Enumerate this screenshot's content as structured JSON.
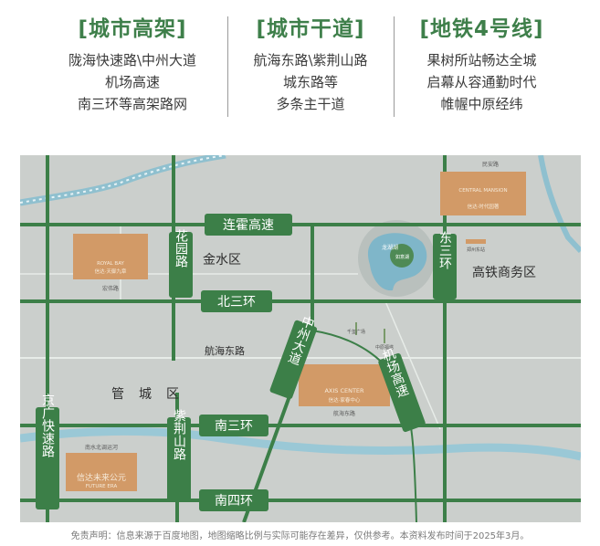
{
  "header": {
    "col1": {
      "title": "[城市高架]",
      "lines": [
        "陇海快速路\\中州大道",
        "机场高速",
        "南三环等高架路网"
      ]
    },
    "col2": {
      "title": "[城市干道]",
      "lines": [
        "航海东路\\紫荆山路",
        "城东路等",
        "多条主干道"
      ]
    },
    "col3": {
      "title": "[地铁4号线]",
      "lines": [
        "果树所站畅达全城",
        "启幕从容通勤时代",
        "帷幄中原经纬"
      ]
    }
  },
  "map": {
    "roads": {
      "lianhuo": "连霍高速",
      "huayuan": "花园路",
      "beisanhuan": "北三环",
      "dongsanhuan": "东三环",
      "zhongzhou": "中州大道",
      "jichang": "机场高速",
      "nansanhuan": "南三环",
      "zijingshan": "紫荆山路",
      "nansihuan": "南四环",
      "jingguang": "京广快速路",
      "hanghai_east": "航海东路"
    },
    "districts": {
      "jinshui": "金水区",
      "guancheng": "管城区",
      "gaotie": "高铁商务区"
    },
    "projects": {
      "royal": {
        "name": "ROYAL BAY",
        "sub": "信达·天御九章",
        "tag": "宏伟路"
      },
      "central": {
        "name": "CENTRAL MANSION",
        "sub": "信达·时代园著",
        "tag": "民安路"
      },
      "axis": {
        "name": "AXIS CENTER",
        "sub": "信达·家春中心",
        "tag": "航海东路"
      },
      "future": {
        "name": "信达未来公元",
        "sub": "FUTURE ERA",
        "tag": "南水北调运河"
      }
    },
    "landmarks": {
      "lake": "龙湖湖",
      "island": "如意湖",
      "plaza": "千玺广场",
      "east_station": "郑州东站",
      "station2": "中原福塔"
    }
  },
  "footer": "免责声明：信息来源于百度地图，地图缩略比例与实际可能存在差异，仅供参考。本资料发布时间于2025年3月。",
  "colors": {
    "accent": "#3e7f4a",
    "road": "#3c7f48",
    "water": "#8fc0cf",
    "map_bg": "#cbcfcc",
    "project": "#d29a67"
  }
}
